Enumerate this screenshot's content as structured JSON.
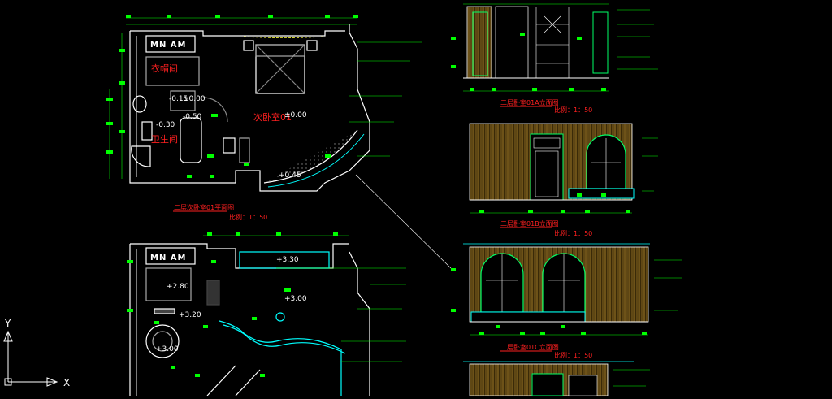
{
  "colors": {
    "background": "#000000",
    "wall": "#ffffff",
    "dim": "#00ff00",
    "title": "#ff0000",
    "note": "#ffff00",
    "accent": "#00ffff",
    "wood": "#8a6a1e"
  },
  "plans": {
    "plan1": {
      "title": "二层次卧室01平面图",
      "scale": "比例：1：50",
      "rooms": {
        "closet": "衣帽间",
        "bath": "卫生间",
        "bedroom": "次卧室01"
      },
      "levels": [
        "-0.15",
        "±0.00",
        "-0.30",
        "-0.50",
        "±0.00",
        "+0.45"
      ]
    },
    "plan2": {
      "levels": [
        "+3.30",
        "+2.80",
        "+3.00",
        "+3.20",
        "+3.00"
      ]
    }
  },
  "elevations": {
    "a": {
      "title": "二层卧室01A立面图",
      "scale": "比例：1：50"
    },
    "b": {
      "title": "二层卧室01B立面图",
      "scale": "比例：1：50"
    },
    "c": {
      "title": "二层卧室01C立面图",
      "scale": "比例：1：50"
    }
  },
  "axes": {
    "x": "X",
    "y": "Y"
  }
}
